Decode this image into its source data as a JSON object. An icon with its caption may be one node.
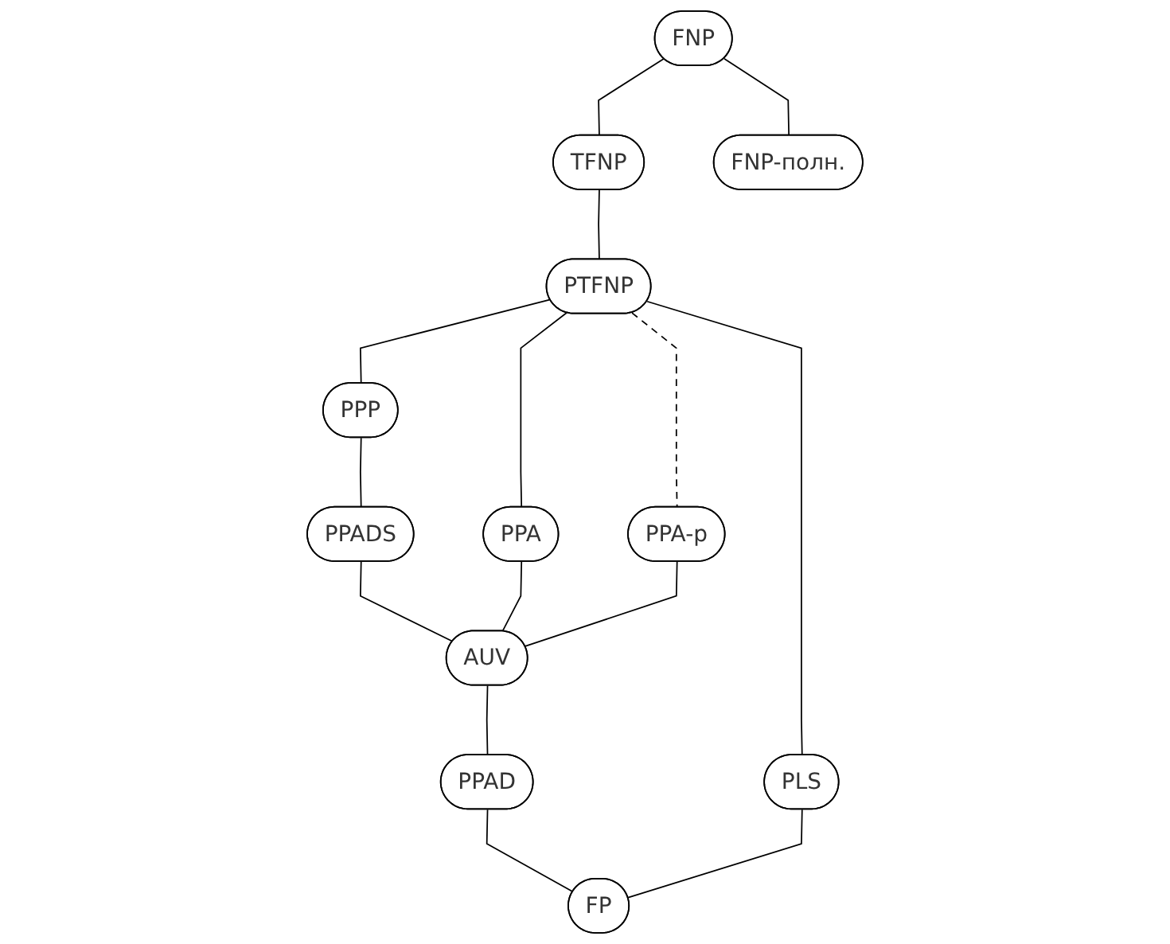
{
  "diagram": {
    "nodes": [
      {
        "text": [
          "FNP"
        ]
      },
      {
        "text": [
          "TFNP"
        ]
      },
      {
        "text": [
          "FNP-полн."
        ]
      },
      {
        "text": [
          "PTFNP"
        ]
      },
      {
        "text": [
          "PPP"
        ]
      },
      {
        "text": [
          "PPADS"
        ]
      },
      {
        "text": [
          "PPA"
        ]
      },
      {
        "text": [
          "PPA-p"
        ]
      },
      {
        "text": [
          "PLS"
        ]
      },
      {
        "text": [
          "AUV"
        ]
      },
      {
        "text": [
          "PPAD"
        ]
      },
      {
        "text": [
          "FP"
        ]
      }
    ],
    "edges": [
      {
        "from": 0,
        "to": 1,
        "arrow": "none"
      },
      {
        "from": 0,
        "to": 2,
        "arrow": "none"
      },
      {
        "from": 1,
        "to": 3,
        "arrow": "none"
      },
      {
        "from": 3,
        "to": 4,
        "arrow": "none"
      },
      {
        "from": 3,
        "to": 6,
        "arrow": "none"
      },
      {
        "from": 3,
        "to": 7,
        "arrow": "none",
        "style": "dashed"
      },
      {
        "from": 3,
        "to": 8,
        "arrow": "none"
      },
      {
        "from": 4,
        "to": 5,
        "arrow": "none"
      },
      {
        "from": 5,
        "to": 9,
        "arrow": "none"
      },
      {
        "from": 6,
        "to": 9,
        "arrow": "none"
      },
      {
        "from": 7,
        "to": 9,
        "arrow": "none"
      },
      {
        "from": 9,
        "to": 10,
        "arrow": "none"
      },
      {
        "from": 10,
        "to": 11,
        "arrow": "none"
      },
      {
        "from": 8,
        "to": 11,
        "arrow": "none"
      }
    ]
  }
}
